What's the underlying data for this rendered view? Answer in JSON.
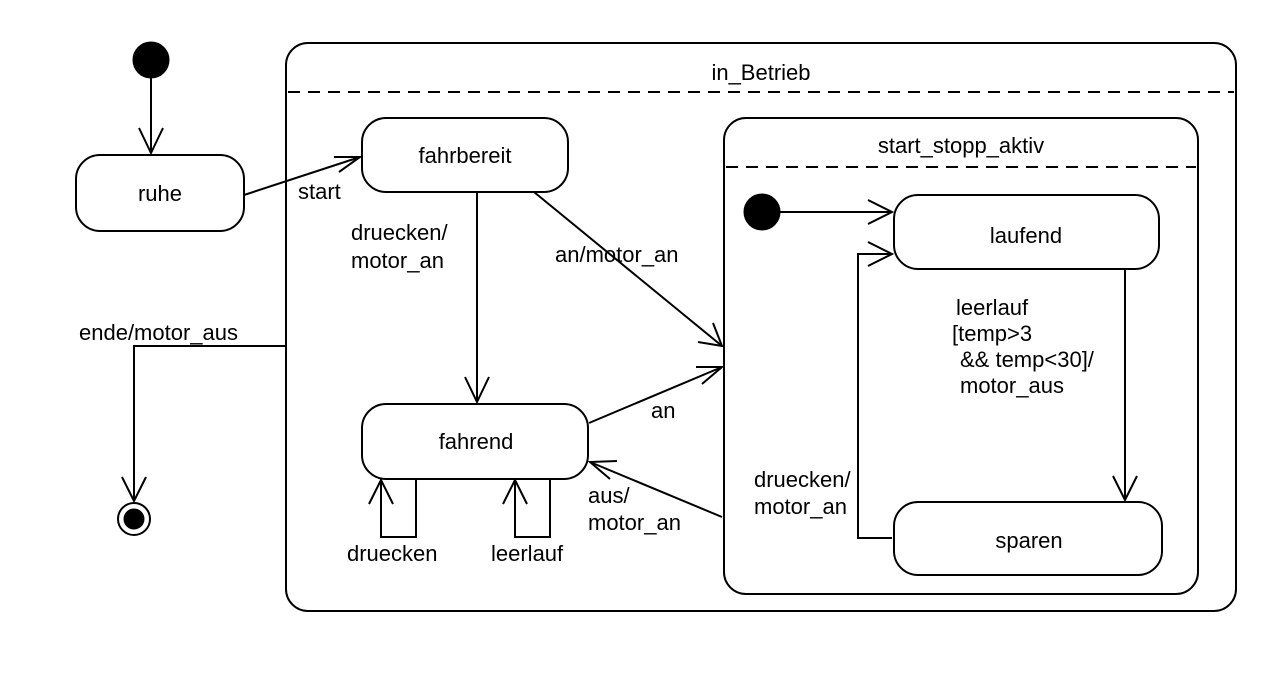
{
  "diagram": {
    "states": {
      "ruhe": "ruhe",
      "in_betrieb": "in_Betrieb",
      "fahrbereit": "fahrbereit",
      "fahrend": "fahrend",
      "start_stopp_aktiv": "start_stopp_aktiv",
      "laufend": "laufend",
      "sparen": "sparen"
    },
    "transitions": {
      "start": "start",
      "ende_motor_aus": "ende/motor_aus",
      "druecken_motor_an_1_line1": "druecken/",
      "druecken_motor_an_1_line2": "motor_an",
      "an_motor_an": "an/motor_an",
      "an": "an",
      "druecken_loop": "druecken",
      "leerlauf_loop": "leerlauf",
      "aus_motor_an_line1": "aus/",
      "aus_motor_an_line2": "motor_an",
      "leerlauf_cond_line1": "leerlauf",
      "leerlauf_cond_line2": "[temp>3",
      "leerlauf_cond_line3": "&& temp<30]/",
      "leerlauf_cond_line4": "motor_aus",
      "druecken_motor_an_2_line1": "druecken/",
      "druecken_motor_an_2_line2": "motor_an"
    }
  }
}
